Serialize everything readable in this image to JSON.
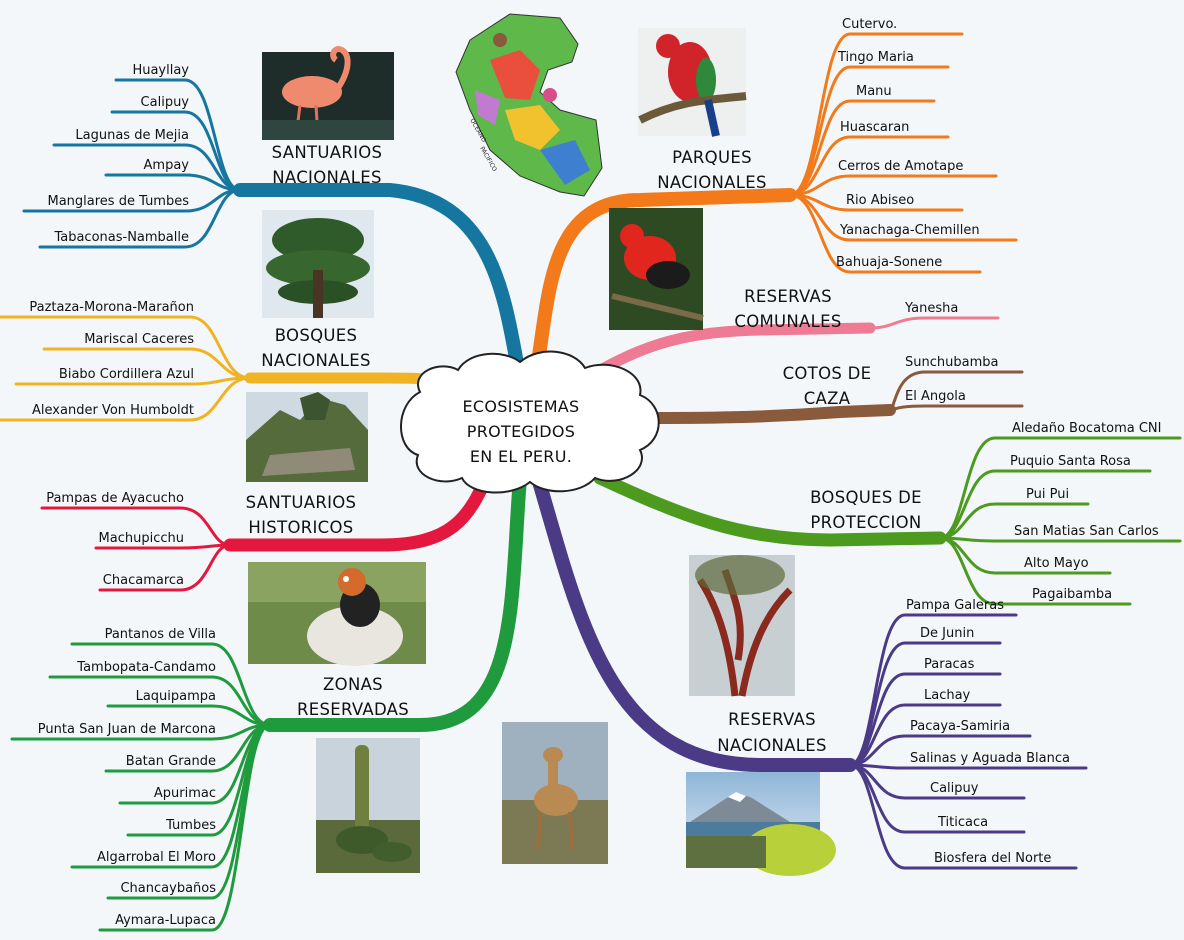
{
  "center": {
    "lines": [
      "ECOSISTEMAS",
      "PROTEGIDOS",
      "EN EL PERU."
    ]
  },
  "branches": [
    {
      "id": "santuarios-nacionales",
      "color": "#1577a0",
      "title": [
        "SANTUARIOS",
        "NACIONALES"
      ],
      "items": [
        "Huayllay",
        "Calipuy",
        "Lagunas de Mejia",
        "Ampay",
        "Manglares de Tumbes",
        "Tabaconas-Namballe"
      ]
    },
    {
      "id": "bosques-nacionales",
      "color": "#f0b323",
      "title": [
        "BOSQUES",
        "NACIONALES"
      ],
      "items": [
        "Paztaza-Morona-Marañon",
        "Mariscal Caceres",
        "Biabo Cordillera Azul",
        "Alexander Von Humboldt"
      ]
    },
    {
      "id": "santuarios-historicos",
      "color": "#e4173e",
      "title": [
        "SANTUARIOS",
        "HISTORICOS"
      ],
      "items": [
        "Pampas de Ayacucho",
        "Machupicchu",
        "Chacamarca"
      ]
    },
    {
      "id": "zonas-reservadas",
      "color": "#1f9b3d",
      "title": [
        "ZONAS",
        "RESERVADAS"
      ],
      "items": [
        "Pantanos de Villa",
        "Tambopata-Candamo",
        "Laquipampa",
        "Punta San Juan de Marcona",
        "Batan Grande",
        "Apurimac",
        "Tumbes",
        "Algarrobal El Moro",
        "Chancaybaños",
        "Aymara-Lupaca"
      ]
    },
    {
      "id": "parques-nacionales",
      "color": "#f27a1a",
      "title": [
        "PARQUES",
        "NACIONALES"
      ],
      "items": [
        "Cutervo.",
        "Tingo Maria",
        "Manu",
        "Huascaran",
        "Cerros de Amotape",
        "Rio Abiseo",
        "Yanachaga-Chemillen",
        "Bahuaja-Sonene"
      ]
    },
    {
      "id": "reservas-comunales",
      "color": "#ee7a94",
      "title": [
        "RESERVAS",
        "COMUNALES"
      ],
      "items": [
        "Yanesha"
      ]
    },
    {
      "id": "cotos-de-caza",
      "color": "#8a5a3c",
      "title": [
        "COTOS DE",
        "CAZA"
      ],
      "items": [
        "Sunchubamba",
        "El Angola"
      ]
    },
    {
      "id": "bosques-de-proteccion",
      "color": "#4c9a1e",
      "title": [
        "BOSQUES DE",
        "PROTECCION"
      ],
      "items": [
        "Aledaño Bocatoma CNI",
        "Puquio Santa Rosa",
        "Pui Pui",
        "San Matias San Carlos",
        "Alto Mayo",
        "Pagaibamba"
      ]
    },
    {
      "id": "reservas-nacionales",
      "color": "#4b3a86",
      "title": [
        "RESERVAS",
        "NACIONALES"
      ],
      "items": [
        "Pampa Galeras",
        "De Junin",
        "Paracas",
        "Lachay",
        "Pacaya-Samiria",
        "Salinas y Aguada Blanca",
        "Calipuy",
        "Titicaca",
        "Biosfera del Norte"
      ]
    }
  ],
  "map": {
    "labels": [
      "OCEANO",
      "PACIFICO"
    ]
  },
  "icons": [
    "flamingo-photo",
    "tree-photo",
    "machu-picchu-photo",
    "condor-photo",
    "puya-plant-photo",
    "vicuna-photo",
    "macaw-photo",
    "cock-of-the-rock-photo",
    "queñua-tree-photo",
    "volcano-photo",
    "peru-map-icon"
  ]
}
